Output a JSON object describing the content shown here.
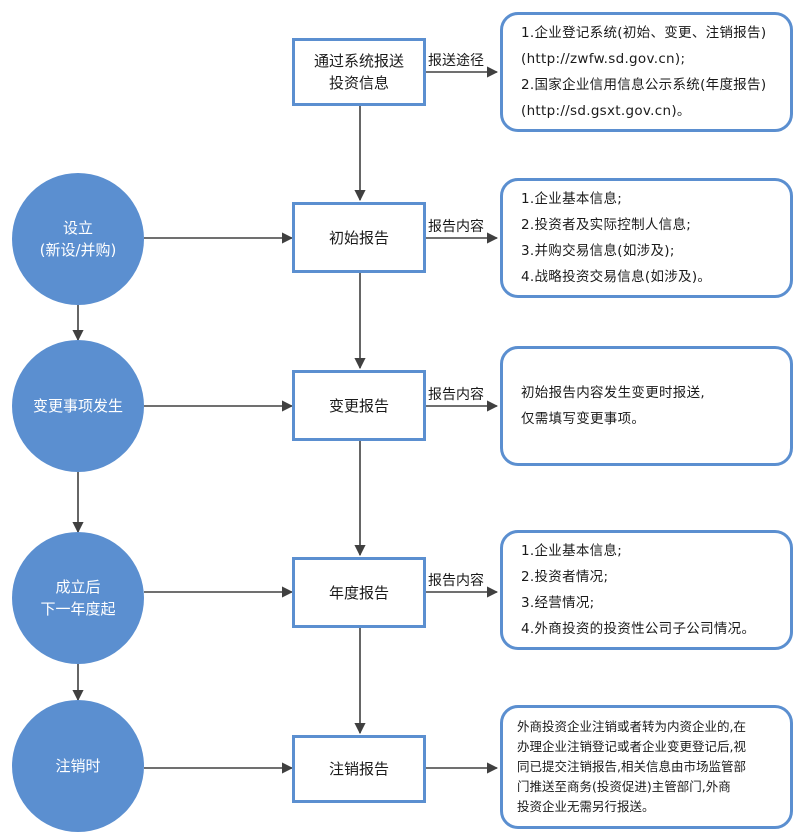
{
  "stages": [
    {
      "line1": "设立",
      "line2": "(新设/并购)"
    },
    {
      "line1": "变更事项发生",
      "line2": ""
    },
    {
      "line1": "成立后",
      "line2": "下一年度起"
    },
    {
      "line1": "注销时",
      "line2": ""
    }
  ],
  "reports": [
    {
      "line1": "通过系统报送",
      "line2": "投资信息"
    },
    {
      "line1": "初始报告",
      "line2": ""
    },
    {
      "line1": "变更报告",
      "line2": ""
    },
    {
      "line1": "年度报告",
      "line2": ""
    },
    {
      "line1": "注销报告",
      "line2": ""
    }
  ],
  "edge_labels": [
    "报送途径",
    "报告内容",
    "报告内容",
    "报告内容"
  ],
  "notes": {
    "channels": [
      "1.企业登记系统(初始、变更、注销报告)",
      "(http://zwfw.sd.gov.cn);",
      "2.国家企业信用信息公示系统(年度报告)",
      "(http://sd.gsxt.gov.cn)。"
    ],
    "initial": [
      "1.企业基本信息;",
      "2.投资者及实际控制人信息;",
      "3.并购交易信息(如涉及);",
      "4.战略投资交易信息(如涉及)。"
    ],
    "change": [
      "初始报告内容发生变更时报送,",
      "仅需填写变更事项。"
    ],
    "annual": [
      "1.企业基本信息;",
      "2.投资者情况;",
      "3.经营情况;",
      "4.外商投资的投资性公司子公司情况。"
    ],
    "deregister": [
      "外商投资企业注销或者转为内资企业的,在",
      "办理企业注销登记或者企业变更登记后,视",
      "同已提交注销报告,相关信息由市场监管部",
      "门推送至商务(投资促进)主管部门,外商",
      "投资企业无需另行报送。"
    ]
  },
  "colors": {
    "accent": "#5b8fd0",
    "line": "#404040"
  }
}
